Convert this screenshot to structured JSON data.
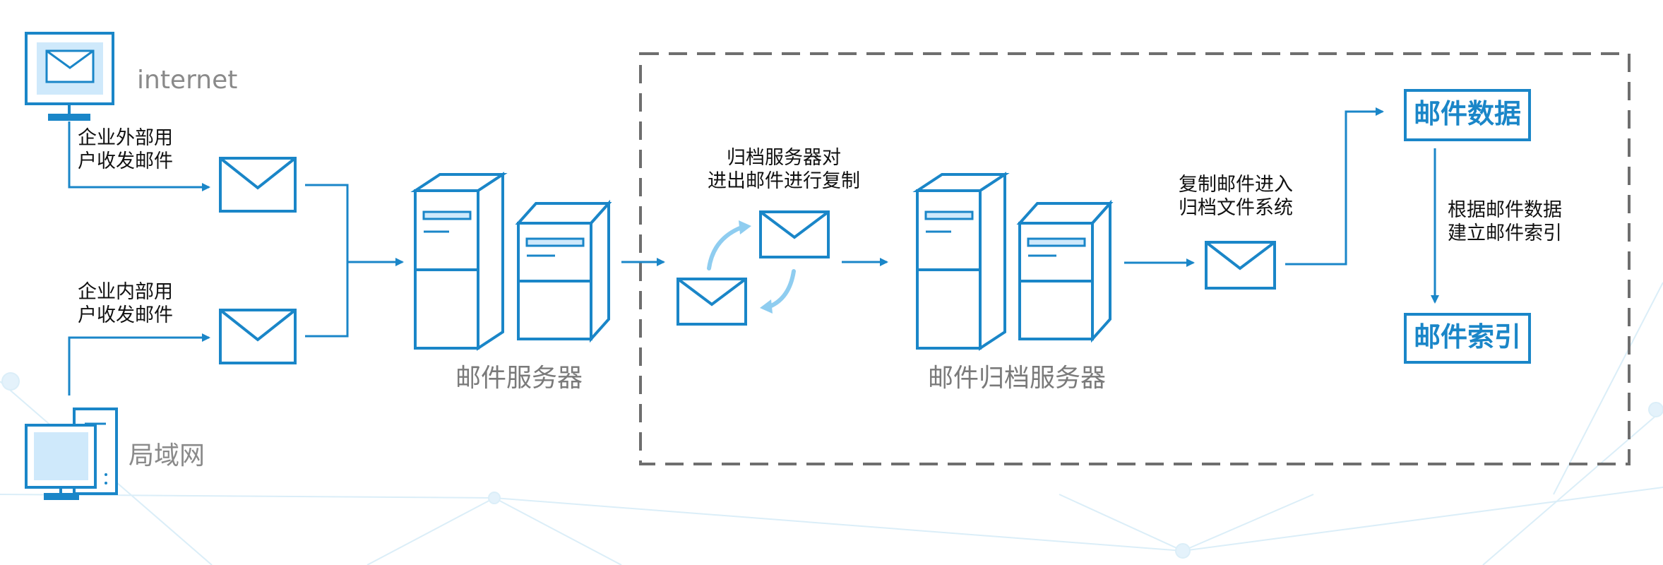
{
  "colors": {
    "accent": "#1a86c8",
    "monitor_fill": "#cfe9fb",
    "dashed_border": "#6e6e6e",
    "caption_gray": "#7a7a7a"
  },
  "sources": {
    "internet": {
      "label": "internet",
      "flow_label": "企业外部用\n户收发邮件"
    },
    "lan": {
      "label": "局域网",
      "flow_label": "企业内部用\n户收发邮件"
    }
  },
  "mail_server": {
    "caption": "邮件服务器"
  },
  "archive_server": {
    "caption": "邮件归档服务器",
    "copy_label": "归档服务器对\n进出邮件进行复制",
    "to_fs_label": "复制邮件进入\n归档文件系统"
  },
  "data_box": {
    "label": "邮件数据"
  },
  "index_box": {
    "label": "邮件索引"
  },
  "index_note": "根据邮件数据\n建立邮件索引"
}
